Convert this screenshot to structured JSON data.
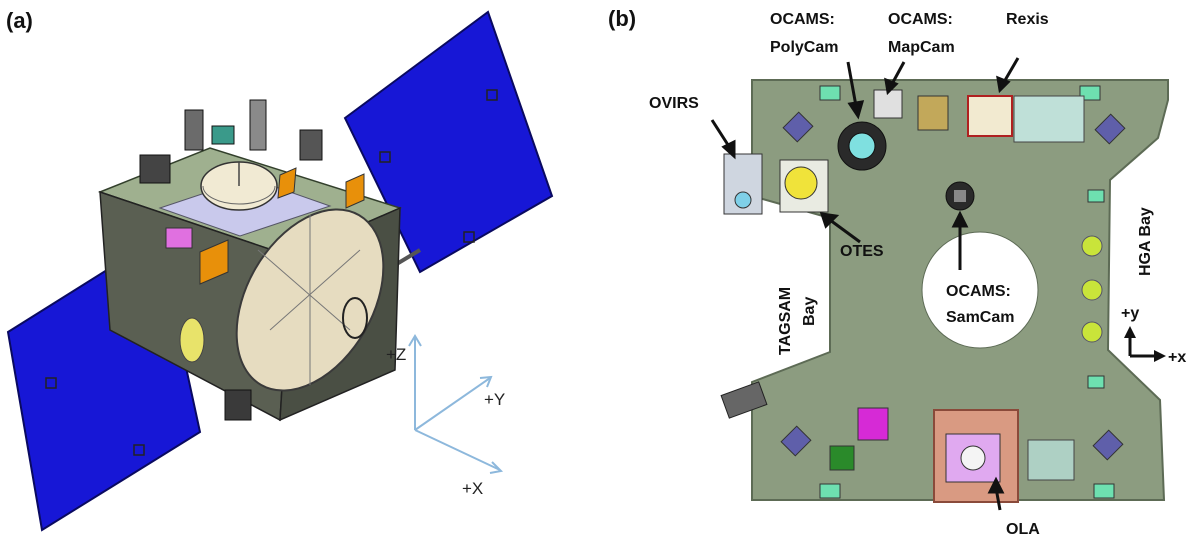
{
  "panels": {
    "a": {
      "label": "(a)"
    },
    "b": {
      "label": "(b)"
    }
  },
  "axes_a": {
    "z": "+Z",
    "y": "+Y",
    "x": "+X"
  },
  "axes_b": {
    "y": "+y",
    "x": "+x"
  },
  "instruments": {
    "ovirs": "OVIRS",
    "polycam": [
      "OCAMS:",
      "PolyCam"
    ],
    "mapcam": [
      "OCAMS:",
      "MapCam"
    ],
    "rexis": "Rexis",
    "otes": "OTES",
    "samcam": [
      "OCAMS:",
      "SamCam"
    ],
    "ola": "OLA"
  },
  "bays": {
    "tagsam": [
      "TAGSAM",
      "Bay"
    ],
    "hga": "HGA Bay"
  },
  "colors": {
    "solar_panel": "#1717d6",
    "deck": "#8c9c80",
    "deck_dark": "#5d6b55",
    "antenna": "#e6dcc0",
    "axis_line": "#8db8dc",
    "ola_base": "#d99a82",
    "ola_inner": "#e0a9f0",
    "lime": "#c9e43a",
    "teal_pad": "#6ee0b0"
  }
}
